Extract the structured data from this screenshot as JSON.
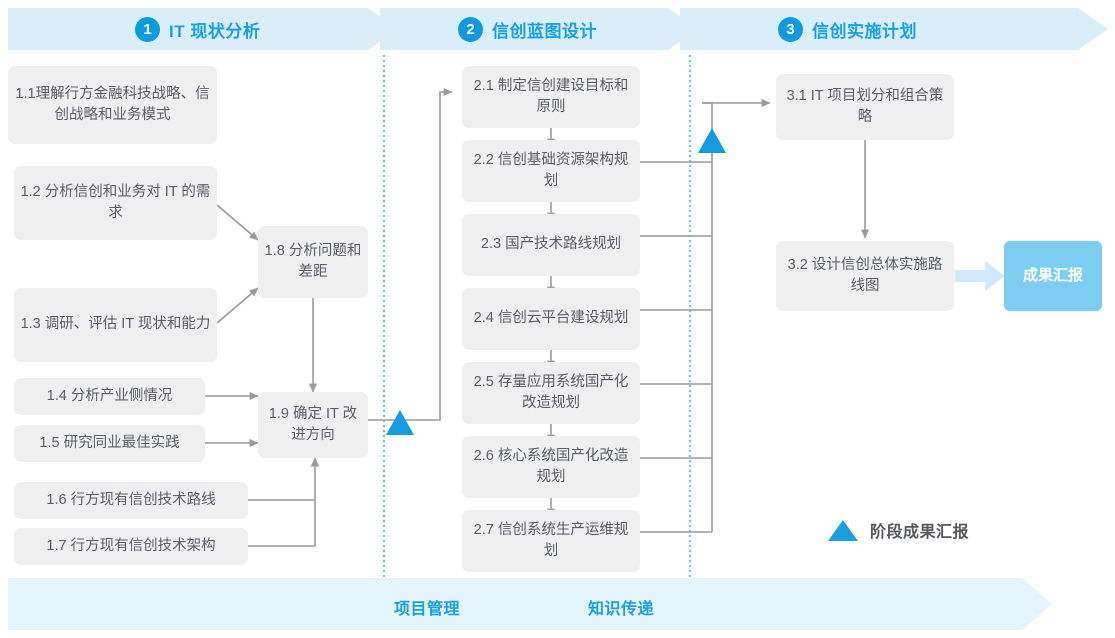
{
  "phases": [
    {
      "num": "1",
      "title": "IT 现状分析"
    },
    {
      "num": "2",
      "title": "信创蓝图设计"
    },
    {
      "num": "3",
      "title": "信创实施计划"
    }
  ],
  "nodes": {
    "n11": "1.1理解行方金融科技战略、信创战略和业务模式",
    "n12": "1.2 分析信创和业务对 IT 的需求",
    "n13": "1.3 调研、评估 IT 现状和能力",
    "n14": "1.4 分析产业侧情况",
    "n15": "1.5 研究同业最佳实践",
    "n16": "1.6 行方现有信创技术路线",
    "n17": "1.7 行方现有信创技术架构",
    "n18": "1.8 分析问题和差距",
    "n19": "1.9 确定 IT 改进方向",
    "n21": "2.1 制定信创建设目标和原则",
    "n22": "2.2 信创基础资源架构规划",
    "n23": "2.3 国产技术路线规划",
    "n24": "2.4 信创云平台建设规划",
    "n25": "2.5 存量应用系统国产化改造规划",
    "n26": "2.6 核心系统国产化改造规划",
    "n27": "2.7 信创系统生产运维规划",
    "n31": "3.1 IT 项目划分和组合策略",
    "n32": "3.2 设计信创总体实施路线图",
    "result": "成果汇报"
  },
  "legend": {
    "label": "阶段成果汇报",
    "marker": "milestone-triangle"
  },
  "bottom_band": {
    "labels": [
      "项目管理",
      "知识传递"
    ]
  },
  "colors": {
    "accent": "#1aa0e0",
    "banner_bg": "#d9eef9",
    "band_bg": "#e4f4fc",
    "node_bg": "#efefef",
    "node_text": "#5b5f63",
    "result_bg": "#7ccdf0",
    "connector": "#9a9a9a",
    "divider": "#3bb3e8"
  }
}
